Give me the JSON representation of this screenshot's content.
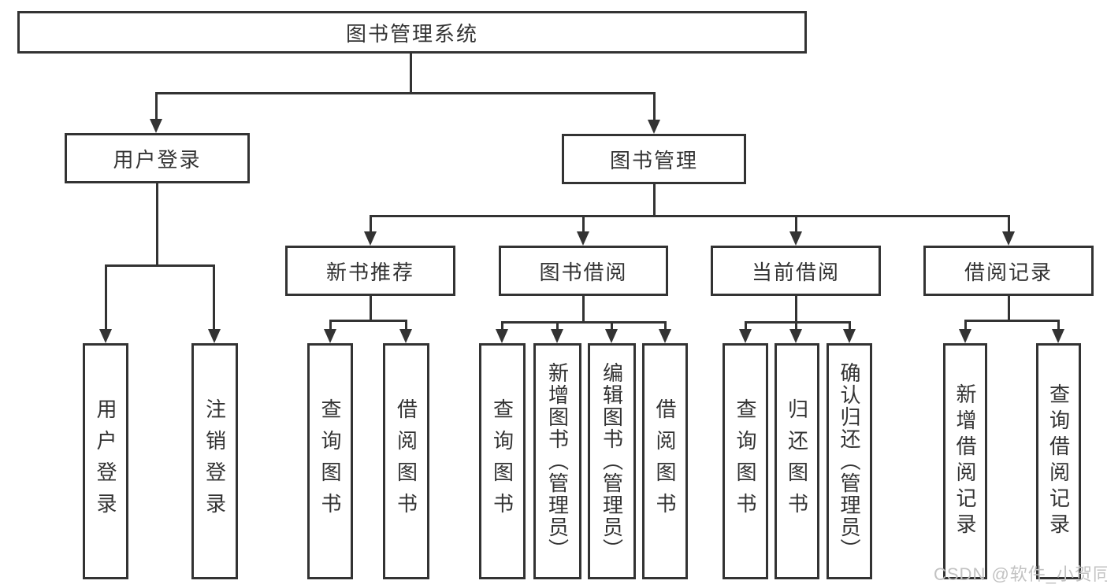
{
  "diagram": {
    "root": {
      "label": "图书管理系统",
      "children": [
        {
          "label": "用户登录",
          "children": [
            {
              "label": "用户登录"
            },
            {
              "label": "注销登录"
            }
          ]
        },
        {
          "label": "图书管理",
          "children": [
            {
              "label": "新书推荐",
              "children": [
                {
                  "label": "查询图书"
                },
                {
                  "label": "借阅图书"
                }
              ]
            },
            {
              "label": "图书借阅",
              "children": [
                {
                  "label": "查询图书"
                },
                {
                  "label": "新增图书（管理员）"
                },
                {
                  "label": "编辑图书（管理员）"
                },
                {
                  "label": "借阅图书"
                }
              ]
            },
            {
              "label": "当前借阅",
              "children": [
                {
                  "label": "查询图书"
                },
                {
                  "label": "归还图书"
                },
                {
                  "label": "确认归还（管理员）"
                }
              ]
            },
            {
              "label": "借阅记录",
              "children": [
                {
                  "label": "新增借阅记录"
                },
                {
                  "label": "查询借阅记录"
                }
              ]
            }
          ]
        }
      ]
    },
    "watermark": "CSDN @软件_小贺同学",
    "colors": {
      "line": "#333333",
      "text": "#333333",
      "watermark": "#c2c2c2",
      "background": "#ffffff"
    }
  }
}
